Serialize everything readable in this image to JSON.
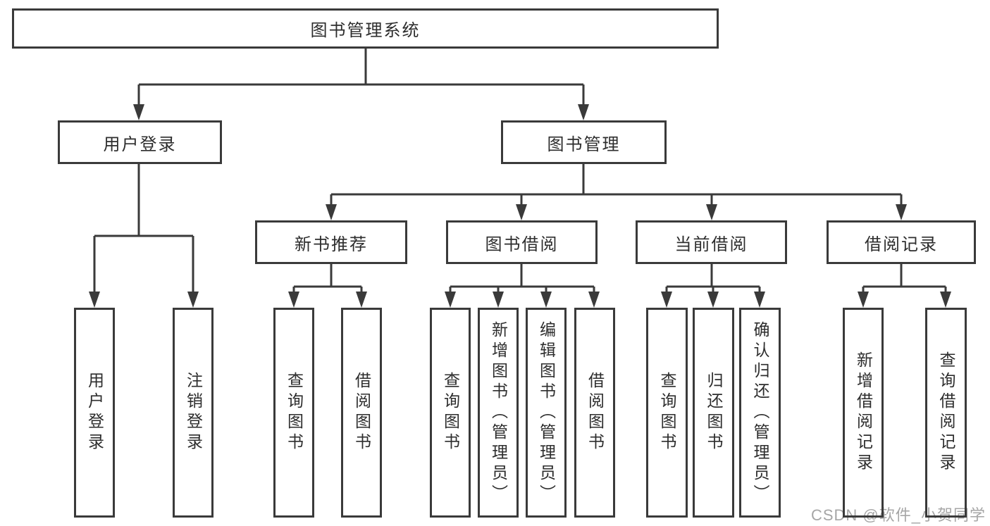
{
  "tree": {
    "label": "图书管理系统",
    "children": [
      {
        "label": "用户登录",
        "children": [
          {
            "label": "用户登录"
          },
          {
            "label": "注销登录"
          }
        ]
      },
      {
        "label": "图书管理",
        "children": [
          {
            "label": "新书推荐",
            "children": [
              {
                "label": "查询图书"
              },
              {
                "label": "借阅图书"
              }
            ]
          },
          {
            "label": "图书借阅",
            "children": [
              {
                "label": "查询图书"
              },
              {
                "label": "新增图书（管理员）"
              },
              {
                "label": "编辑图书（管理员）"
              },
              {
                "label": "借阅图书"
              }
            ]
          },
          {
            "label": "当前借阅",
            "children": [
              {
                "label": "查询图书"
              },
              {
                "label": "归还图书"
              },
              {
                "label": "确认归还（管理员）"
              }
            ]
          },
          {
            "label": "借阅记录",
            "children": [
              {
                "label": "新增借阅记录"
              },
              {
                "label": "查询借阅记录"
              }
            ]
          }
        ]
      }
    ]
  },
  "watermark": {
    "text": "CSDN @软件_小贺同学"
  },
  "colors": {
    "line": "#3a3a3a",
    "text": "#2d2d2d",
    "watermark": "#a6a6a6",
    "background": "#ffffff"
  }
}
